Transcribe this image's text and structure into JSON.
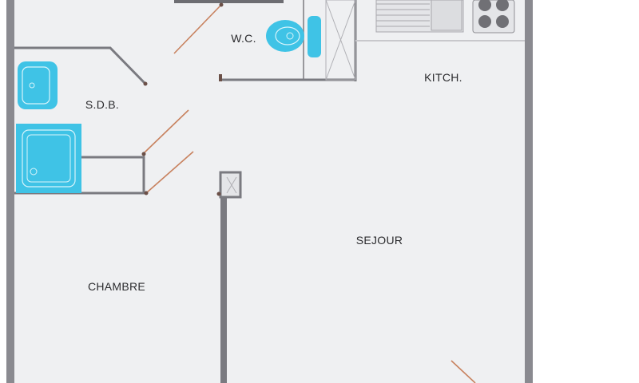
{
  "rooms": {
    "wc": "W.C.",
    "sdb": "S.D.B.",
    "kitchen": "KITCH.",
    "sejour": "SEJOUR",
    "chambre": "CHAMBRE"
  },
  "colors": {
    "wall": "#8a8a90",
    "floor": "#eff0f2",
    "fixture": "#3fc3e6",
    "door": "#c8825f"
  }
}
